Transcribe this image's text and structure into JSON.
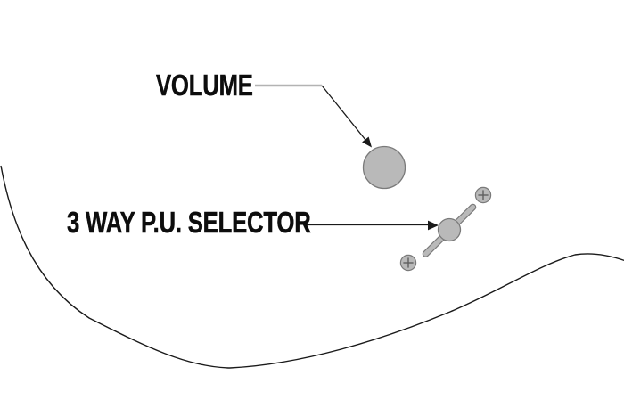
{
  "diagram": {
    "description": "Guitar control layout callout diagram",
    "labels": {
      "volume": "VOLUME",
      "pickup_selector": "3 WAY P.U. SELECTOR"
    },
    "parts": [
      {
        "name": "volume-knob",
        "shape": "circle"
      },
      {
        "name": "pickup-selector-switch",
        "shape": "lever with hub and two cross-head screws"
      },
      {
        "name": "guitar-body-outline",
        "shape": "curve"
      }
    ],
    "colors": {
      "background": "#ffffff",
      "ink": "#1a1a1a",
      "label_text": "#0d0d0d",
      "leader_gray": "#b3b3b3",
      "part_fill": "#b9b9b9",
      "part_stroke": "#7a7a7a",
      "screw_cross": "#5f5f5f"
    }
  }
}
